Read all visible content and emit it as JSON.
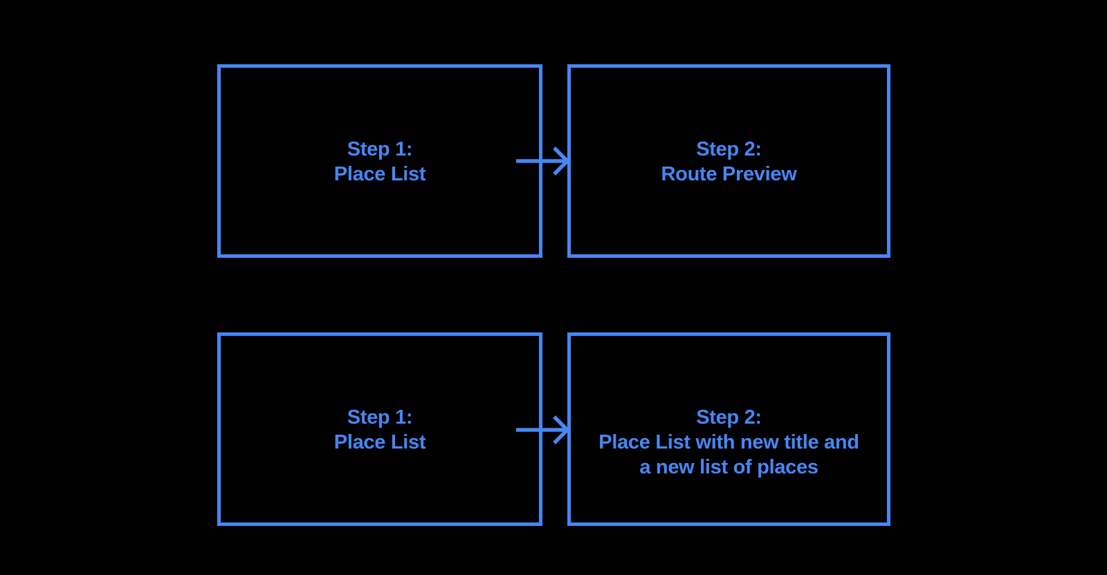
{
  "colors": {
    "background": "#000000",
    "accent": "#4787F5"
  },
  "diagram": {
    "flows": [
      {
        "connector_icon": "arrow-right",
        "from": {
          "lines": [
            "Step 1:",
            "Place List"
          ]
        },
        "to": {
          "lines": [
            "Step 2:",
            "Route Preview"
          ]
        }
      },
      {
        "connector_icon": "arrow-right",
        "from": {
          "lines": [
            "Step 1:",
            "Place List"
          ]
        },
        "to": {
          "lines": [
            "Step 2:",
            "Place List with new title and",
            "a new list of places"
          ]
        }
      }
    ]
  }
}
